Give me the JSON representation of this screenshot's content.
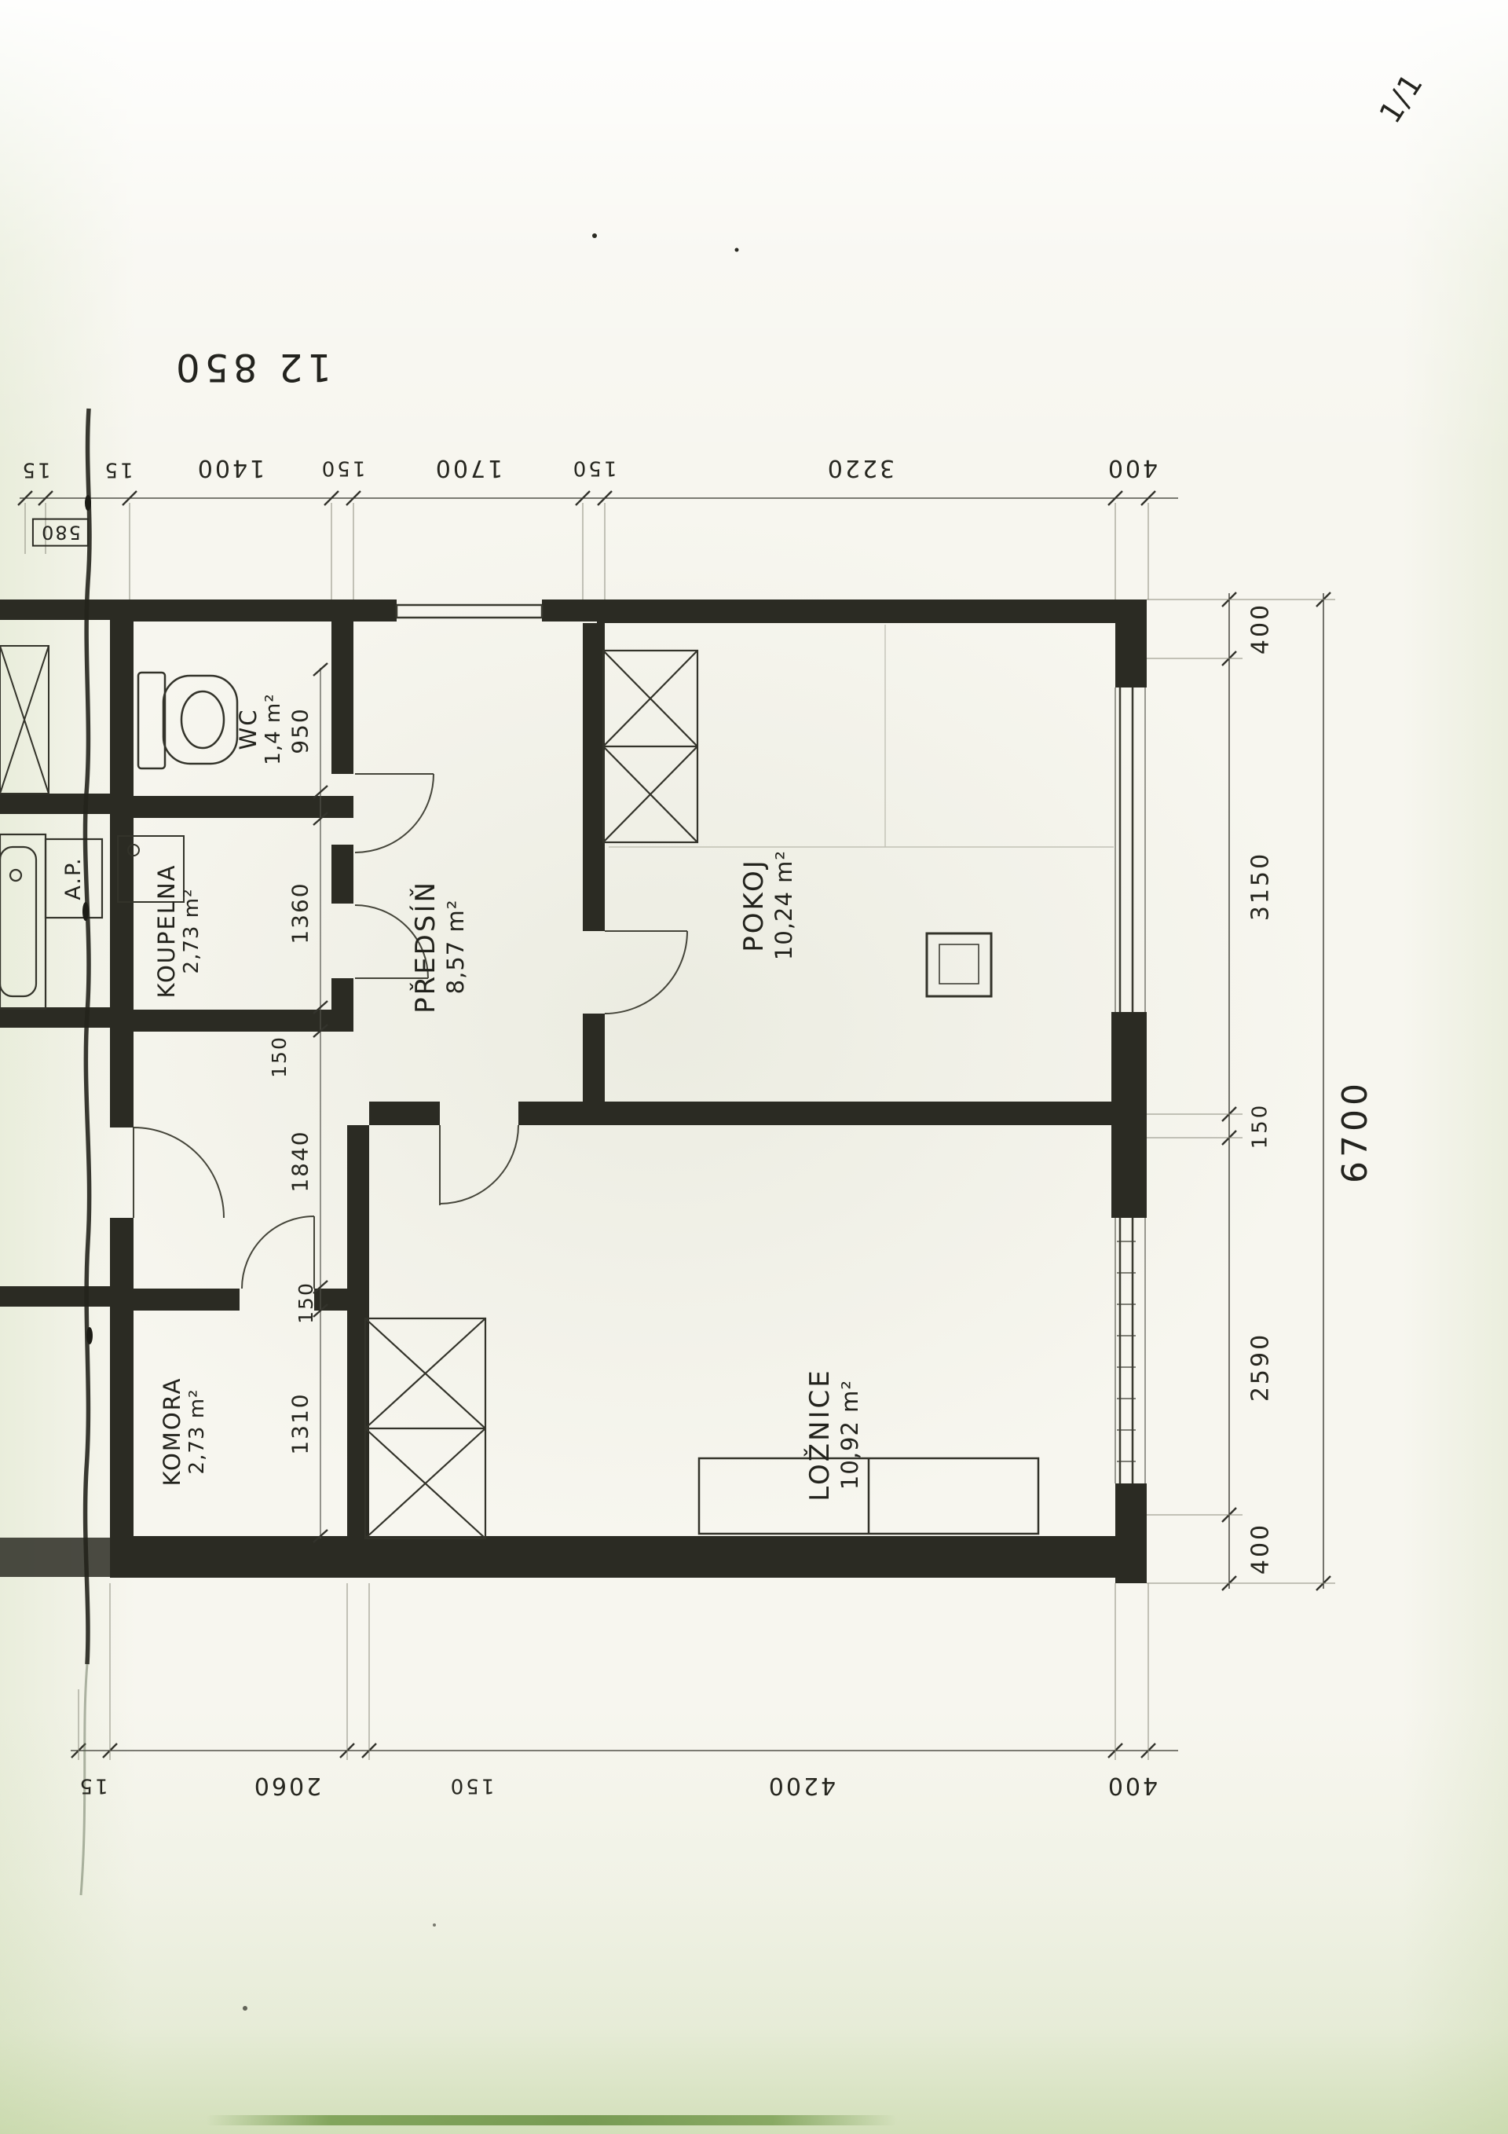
{
  "page": {
    "number": "1/1"
  },
  "plan": {
    "rooms": [
      {
        "id": "wc",
        "name": "WC",
        "area": "1,4 m²"
      },
      {
        "id": "koupelna",
        "name": "KOUPELNA",
        "area": "2,73 m²"
      },
      {
        "id": "predsin",
        "name": "PŘEDSÍŇ",
        "area": "8,57 m²"
      },
      {
        "id": "pokoj",
        "name": "POKOJ",
        "area": "10,24 m²"
      },
      {
        "id": "loznice",
        "name": "LOŽNICE",
        "area": "10,92 m²"
      },
      {
        "id": "komora",
        "name": "KOMORA",
        "area": "2,73 m²"
      }
    ],
    "labels": {
      "washer": "A.P."
    },
    "dims": {
      "top_total": "12 850",
      "top_boxed": "580",
      "top": [
        "15",
        "15",
        "1400",
        "150",
        "1700",
        "150",
        "3220",
        "400"
      ],
      "right": [
        "400",
        "3150",
        "150",
        "2590",
        "400"
      ],
      "right_total": "6700",
      "bottom": [
        "15",
        "2060",
        "150",
        "4200",
        "400"
      ],
      "interior": [
        "950",
        "1360",
        "150",
        "1840",
        "150",
        "1310"
      ]
    }
  },
  "colors": {
    "ink": "#23231e",
    "paper": "#f7f6ef",
    "scan_green": "#7fa457"
  }
}
